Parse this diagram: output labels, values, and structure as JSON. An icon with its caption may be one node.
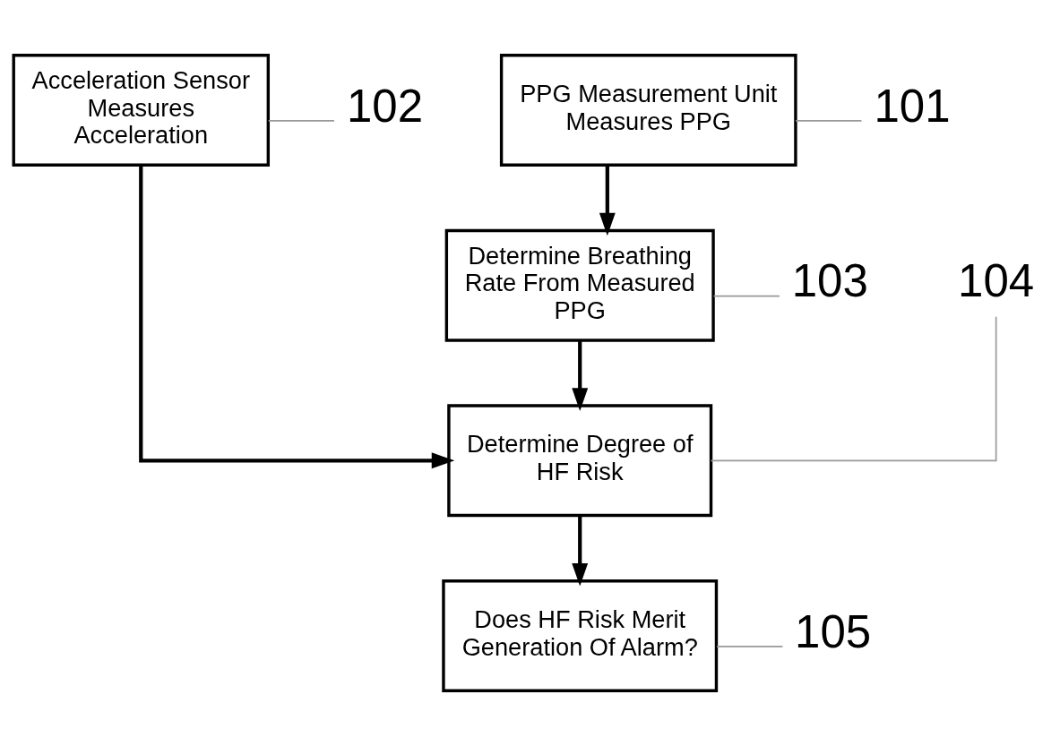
{
  "diagram": {
    "nodes": [
      {
        "text": [
          "Acceleration Sensor Measures Acceleration"
        ]
      },
      {
        "text": [
          "PPG Measurement Unit Measures PPG"
        ]
      },
      {
        "text": [
          "Determine Breathing Rate From Measured PPG"
        ]
      },
      {
        "text": [
          "Determine Degree of HF Risk"
        ]
      },
      {
        "text": [
          "Does HF Risk Merit Generation Of Alarm?"
        ]
      },
      {
        "text": [
          "102"
        ]
      },
      {
        "text": [
          "101"
        ]
      },
      {
        "text": [
          "103"
        ]
      },
      {
        "text": [
          "104"
        ]
      },
      {
        "text": [
          "105"
        ]
      }
    ],
    "edges": [
      {
        "from": 1,
        "to": 2,
        "arrow": "to",
        "style": "thick",
        "color": "#000000"
      },
      {
        "from": 0,
        "to": 3,
        "arrow": "to",
        "style": "thick",
        "color": "#000000"
      },
      {
        "from": 2,
        "to": 3,
        "arrow": "to",
        "style": "thick",
        "color": "#000000"
      },
      {
        "from": 3,
        "to": 4,
        "arrow": "to",
        "style": "thick",
        "color": "#000000"
      },
      {
        "from": 5,
        "to": 0,
        "arrow": "none",
        "color": "#999999"
      },
      {
        "from": 6,
        "to": 1,
        "arrow": "none",
        "color": "#999999"
      },
      {
        "from": 7,
        "to": 2,
        "arrow": "none",
        "color": "#999999"
      },
      {
        "from": 8,
        "to": 3,
        "arrow": "none",
        "color": "#999999"
      },
      {
        "from": 9,
        "to": 4,
        "arrow": "none",
        "color": "#999999"
      }
    ]
  }
}
